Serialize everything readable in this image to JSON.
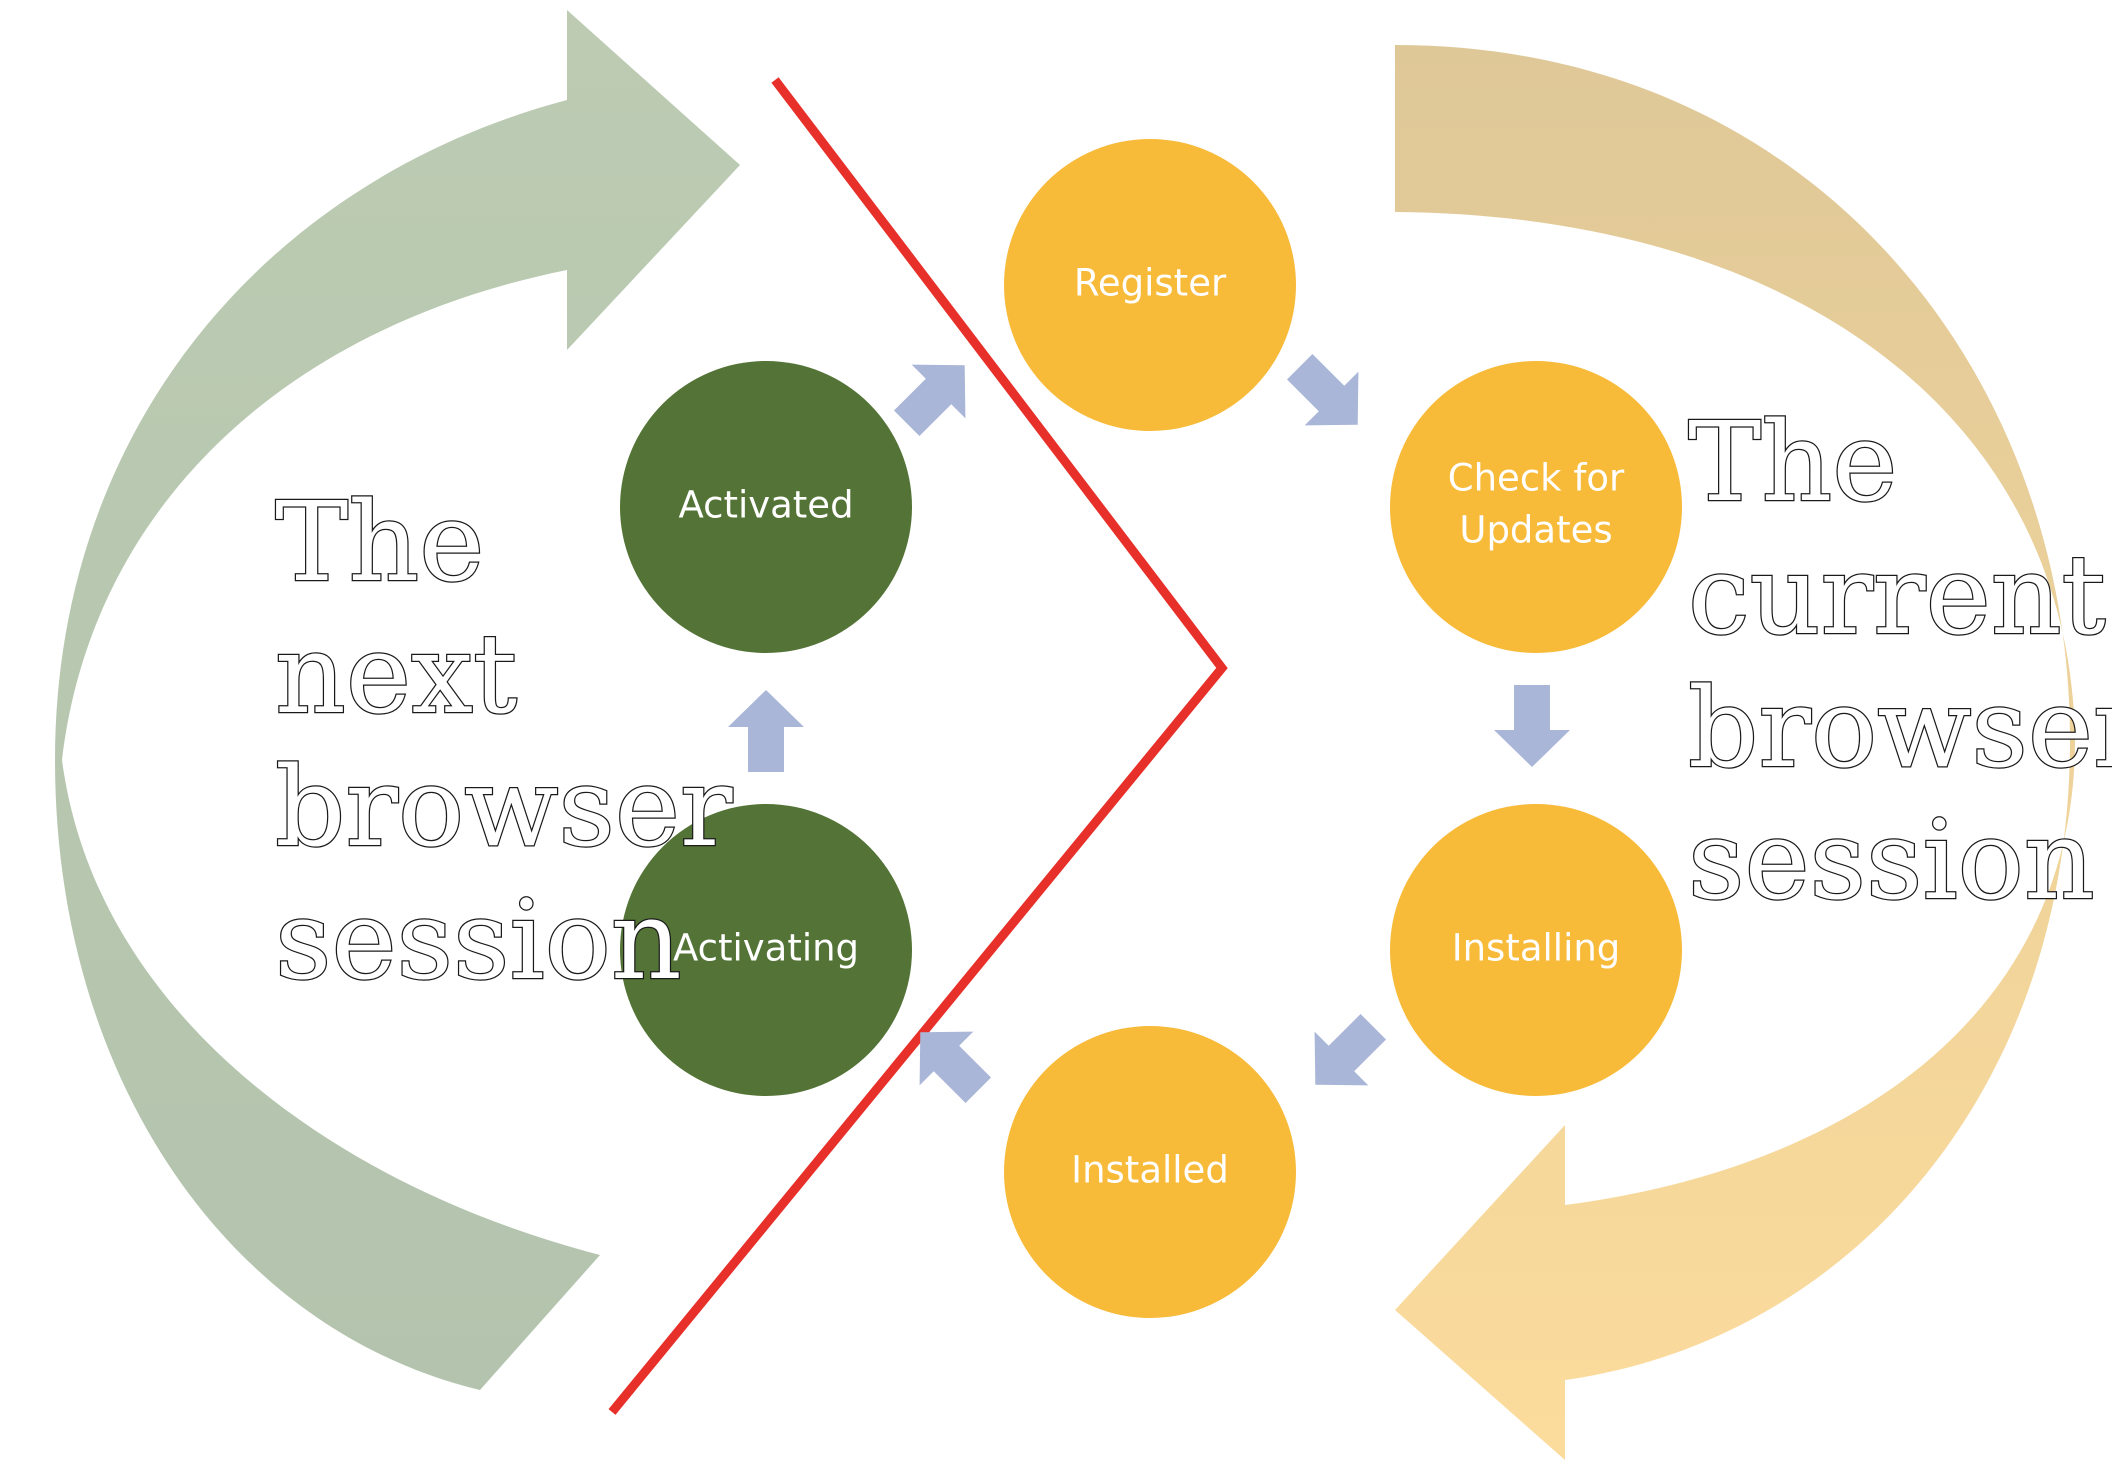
{
  "colors": {
    "green_arrow_top": "#bccbb2",
    "green_arrow_bottom": "#b3c3ad",
    "gold_arrow_top": "#dfc898",
    "gold_arrow_bottom": "#fcdc9c",
    "active_circle": "#537436",
    "pending_circle": "#f8ba39",
    "small_arrow": "#a9b6d7",
    "divider_line": "#e8302a"
  },
  "left_session": {
    "lines": [
      "The",
      "next",
      "browser",
      "session"
    ]
  },
  "right_session": {
    "lines": [
      "The",
      "current",
      "browser",
      "session"
    ]
  },
  "stages": {
    "register": "Register",
    "check_for_updates": [
      "Check for",
      "Updates"
    ],
    "installing": "Installing",
    "installed": "Installed",
    "activating": "Activating",
    "activated": "Activated"
  }
}
